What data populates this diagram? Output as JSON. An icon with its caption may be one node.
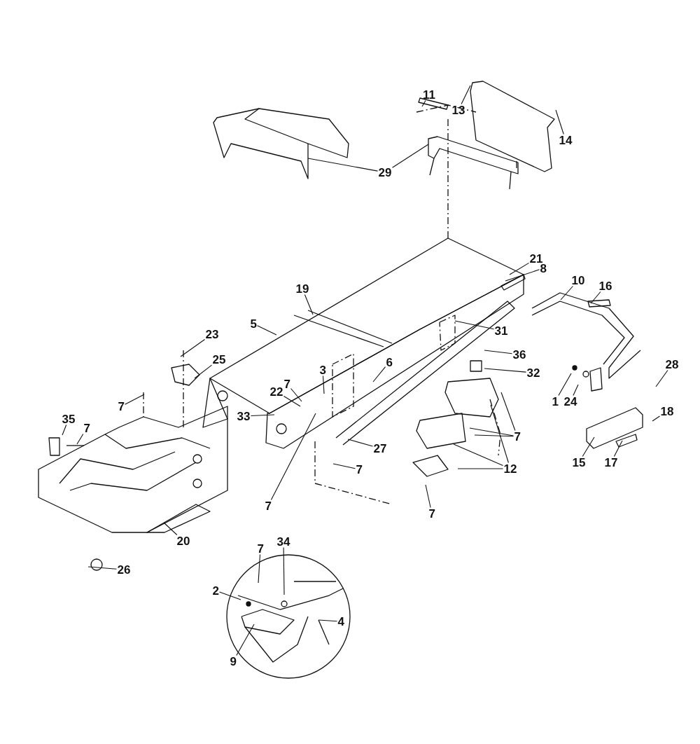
{
  "diagram": {
    "nodes": [
      {
        "text": [
          "11"
        ]
      },
      {
        "text": [
          "13"
        ]
      },
      {
        "text": [
          "14"
        ]
      },
      {
        "text": [
          "29"
        ]
      },
      {
        "text": [
          "21"
        ]
      },
      {
        "text": [
          "8"
        ]
      },
      {
        "text": [
          "10"
        ]
      },
      {
        "text": [
          "16"
        ]
      },
      {
        "text": [
          "19"
        ]
      },
      {
        "text": [
          "5"
        ]
      },
      {
        "text": [
          "31"
        ]
      },
      {
        "text": [
          "23"
        ]
      },
      {
        "text": [
          "36"
        ]
      },
      {
        "text": [
          "25"
        ]
      },
      {
        "text": [
          "6"
        ]
      },
      {
        "text": [
          "28"
        ]
      },
      {
        "text": [
          "3"
        ]
      },
      {
        "text": [
          "32"
        ]
      },
      {
        "text": [
          "7"
        ]
      },
      {
        "text": [
          "22"
        ]
      },
      {
        "text": [
          "1"
        ]
      },
      {
        "text": [
          "24"
        ]
      },
      {
        "text": [
          "33"
        ]
      },
      {
        "text": [
          "7"
        ]
      },
      {
        "text": [
          "35"
        ]
      },
      {
        "text": [
          "7"
        ]
      },
      {
        "text": [
          "18"
        ]
      },
      {
        "text": [
          "7"
        ]
      },
      {
        "text": [
          "27"
        ]
      },
      {
        "text": [
          "15"
        ]
      },
      {
        "text": [
          "17"
        ]
      },
      {
        "text": [
          "12"
        ]
      },
      {
        "text": [
          "7"
        ]
      },
      {
        "text": [
          "7"
        ]
      },
      {
        "text": [
          "7"
        ]
      },
      {
        "text": [
          "20"
        ]
      },
      {
        "text": [
          "34"
        ]
      },
      {
        "text": [
          "7"
        ]
      },
      {
        "text": [
          "26"
        ]
      },
      {
        "text": [
          "2"
        ]
      },
      {
        "text": [
          "4"
        ]
      },
      {
        "text": [
          "9"
        ]
      }
    ],
    "edges": [
      {
        "from": 0,
        "to": null,
        "arrow": "none"
      },
      {
        "from": 1,
        "to": null,
        "arrow": "none"
      },
      {
        "from": 2,
        "to": null,
        "arrow": "none"
      },
      {
        "from": 3,
        "to": null,
        "arrow": "none"
      },
      {
        "from": 3,
        "to": null,
        "arrow": "none"
      },
      {
        "from": 4,
        "to": null,
        "arrow": "none"
      },
      {
        "from": 5,
        "to": null,
        "arrow": "none"
      },
      {
        "from": 6,
        "to": null,
        "arrow": "none"
      },
      {
        "from": 7,
        "to": null,
        "arrow": "none"
      },
      {
        "from": 8,
        "to": null,
        "arrow": "none"
      },
      {
        "from": 9,
        "to": null,
        "arrow": "none"
      },
      {
        "from": 10,
        "to": null,
        "arrow": "none"
      },
      {
        "from": 11,
        "to": null,
        "arrow": "none"
      },
      {
        "from": 12,
        "to": null,
        "arrow": "none"
      },
      {
        "from": 13,
        "to": null,
        "arrow": "none"
      },
      {
        "from": 14,
        "to": null,
        "arrow": "none"
      },
      {
        "from": 15,
        "to": null,
        "arrow": "none"
      },
      {
        "from": 16,
        "to": null,
        "arrow": "none"
      },
      {
        "from": 17,
        "to": null,
        "arrow": "none"
      },
      {
        "from": 18,
        "to": null,
        "arrow": "none"
      },
      {
        "from": 19,
        "to": null,
        "arrow": "none"
      },
      {
        "from": 20,
        "to": null,
        "arrow": "none"
      },
      {
        "from": 21,
        "to": null,
        "arrow": "none"
      },
      {
        "from": 22,
        "to": null,
        "arrow": "none"
      },
      {
        "from": 23,
        "to": null,
        "arrow": "none"
      },
      {
        "from": 24,
        "to": null,
        "arrow": "none"
      },
      {
        "from": 25,
        "to": null,
        "arrow": "none"
      },
      {
        "from": 26,
        "to": null,
        "arrow": "none"
      },
      {
        "from": 27,
        "to": null,
        "arrow": "none"
      },
      {
        "from": 27,
        "to": null,
        "arrow": "none"
      },
      {
        "from": 27,
        "to": null,
        "arrow": "none"
      },
      {
        "from": 28,
        "to": null,
        "arrow": "none"
      },
      {
        "from": 29,
        "to": null,
        "arrow": "none"
      },
      {
        "from": 30,
        "to": null,
        "arrow": "none"
      },
      {
        "from": 31,
        "to": null,
        "arrow": "none"
      },
      {
        "from": 31,
        "to": null,
        "arrow": "none"
      },
      {
        "from": 31,
        "to": null,
        "arrow": "none"
      },
      {
        "from": 32,
        "to": null,
        "arrow": "none"
      },
      {
        "from": 33,
        "to": null,
        "arrow": "none"
      },
      {
        "from": 34,
        "to": null,
        "arrow": "none"
      },
      {
        "from": 35,
        "to": null,
        "arrow": "none"
      },
      {
        "from": 36,
        "to": null,
        "arrow": "none"
      },
      {
        "from": 37,
        "to": null,
        "arrow": "none"
      },
      {
        "from": 38,
        "to": null,
        "arrow": "none"
      },
      {
        "from": 39,
        "to": null,
        "arrow": "none"
      },
      {
        "from": 40,
        "to": null,
        "arrow": "none"
      },
      {
        "from": 41,
        "to": null,
        "arrow": "none"
      }
    ]
  }
}
